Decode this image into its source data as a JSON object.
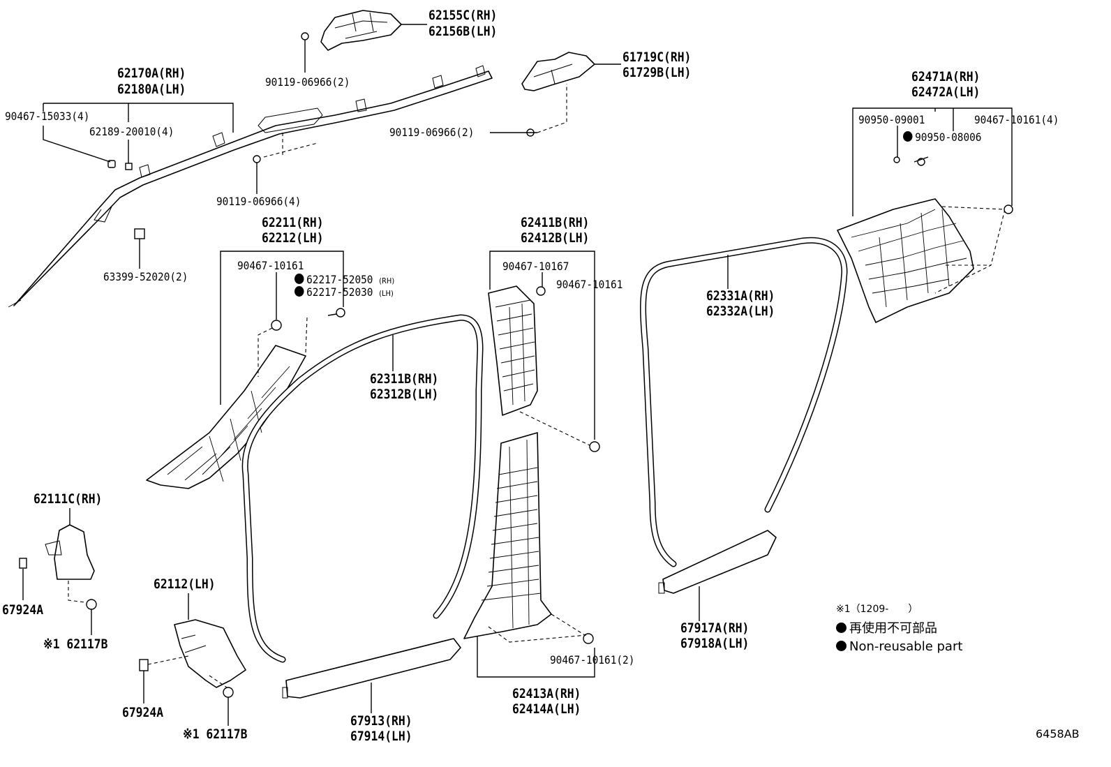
{
  "labels": {
    "p62155": [
      "62155C(RH)",
      "62156B(LH)"
    ],
    "p90119_a": "90119-06966(2)",
    "p62170": [
      "62170A(RH)",
      "62180A(LH)"
    ],
    "p90467_15033": "90467-15033(4)",
    "p62189": "62189-20010(4)",
    "p90119_c": "90119-06966(4)",
    "p63399": "63399-52020(2)",
    "p61719": [
      "61719C(RH)",
      "61729B(LH)"
    ],
    "p90119_b": "90119-06966(2)",
    "p62471": [
      "62471A(RH)",
      "62472A(LH)"
    ],
    "p90950_09001": "90950-09001",
    "p90467_10161_4": "90467-10161(4)",
    "p90950_08006": "90950-08006",
    "p62211": [
      "62211(RH)",
      "62212(LH)"
    ],
    "p90467_10161_a": "90467-10161",
    "p62217_52050": "62217-52050",
    "p62217_52050_side": "(RH)",
    "p62217_52030": "62217-52030",
    "p62217_52030_side": "(LH)",
    "p62411": [
      "62411B(RH)",
      "62412B(LH)"
    ],
    "p90467_10167": "90467-10167",
    "p90467_10161_b": "90467-10161",
    "p62331": [
      "62331A(RH)",
      "62332A(LH)"
    ],
    "p62311": [
      "62311B(RH)",
      "62312B(LH)"
    ],
    "p62111": "62111C(RH)",
    "p67924_a": "67924A",
    "p62117_a": "62117B",
    "p62117_a_mark": "※1",
    "p62112": "62112(LH)",
    "p67924_b": "67924A",
    "p62117_b": "62117B",
    "p62117_b_mark": "※1",
    "p67913": [
      "67913(RH)",
      "67914(LH)"
    ],
    "p90467_10161_2": "90467-10161(2)",
    "p62413": [
      "62413A(RH)",
      "62414A(LH)"
    ],
    "p67917": [
      "67917A(RH)",
      "67918A(LH)"
    ]
  },
  "legend": {
    "note": "※1（1209-　　）",
    "nonreusable_ja": "再使用不可部品",
    "nonreusable_en": "Non-reusable part"
  },
  "diagram_id": "6458AB"
}
